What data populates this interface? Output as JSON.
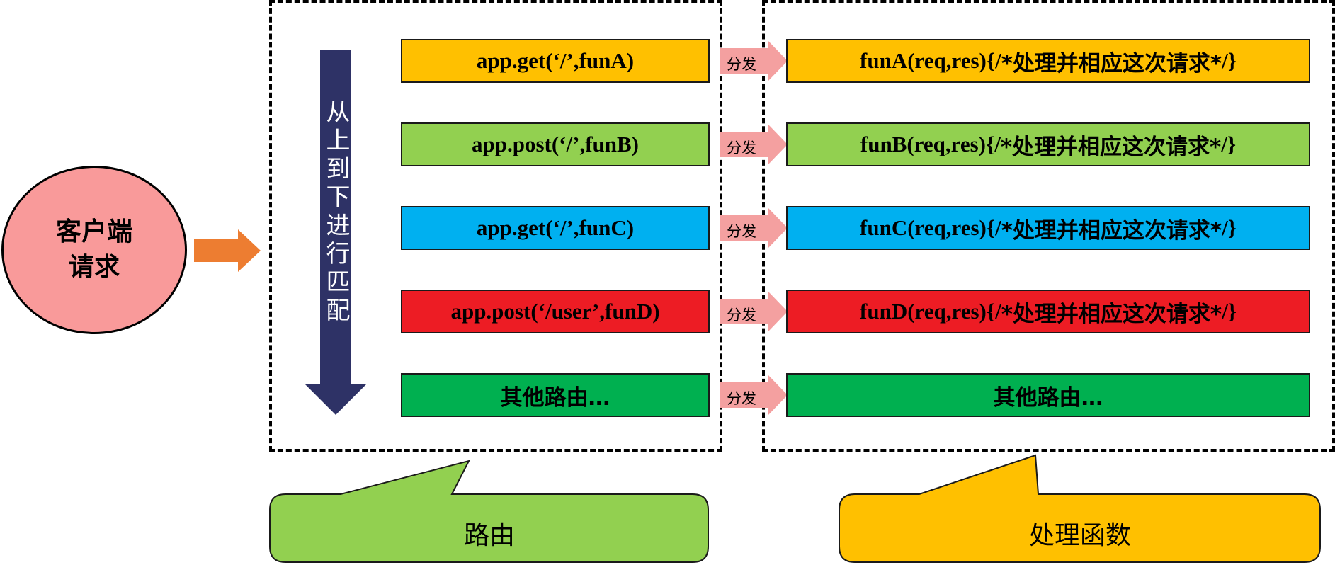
{
  "client": {
    "line1": "客户端",
    "line2": "请求"
  },
  "matching_label": "从上到下进行匹配",
  "dispatch_label": "分发",
  "routes": [
    {
      "label": "app.get(‘/’,funA)",
      "color": "#ffc000"
    },
    {
      "label": "app.post(‘/’,funB)",
      "color": "#92d050"
    },
    {
      "label": "app.get(‘/’,funC)",
      "color": "#00b0f0"
    },
    {
      "label": "app.post(‘/user’,funD)",
      "color": "#ed1c24"
    },
    {
      "label": "其他路由…",
      "color": "#00b050"
    }
  ],
  "handlers": [
    {
      "name": "funA(req,res){/",
      "comment": "*处理并相应这次请求*",
      "end": "/}",
      "color": "#ffc000"
    },
    {
      "name": "funB(req,res){/",
      "comment": "*处理并相应这次请求*",
      "end": "/}",
      "color": "#92d050"
    },
    {
      "name": "funC(req,res){/",
      "comment": "*处理并相应这次请求*",
      "end": "/}",
      "color": "#00b0f0"
    },
    {
      "name": "funD(req,res){/",
      "comment": "*处理并相应这次请求*",
      "end": "/}",
      "color": "#ed1c24"
    },
    {
      "name": "其他路由…",
      "comment": "",
      "end": "",
      "color": "#00b050"
    }
  ],
  "callouts": {
    "routes": {
      "label": "路由",
      "color": "#92d050"
    },
    "handlers": {
      "label": "处理函数",
      "color": "#ffc000"
    }
  },
  "colors": {
    "client_fill": "#f99a9a",
    "client_arrow": "#ed7d31",
    "match_arrow": "#2e3266",
    "dispatch_arrow": "#f4a0a0"
  }
}
